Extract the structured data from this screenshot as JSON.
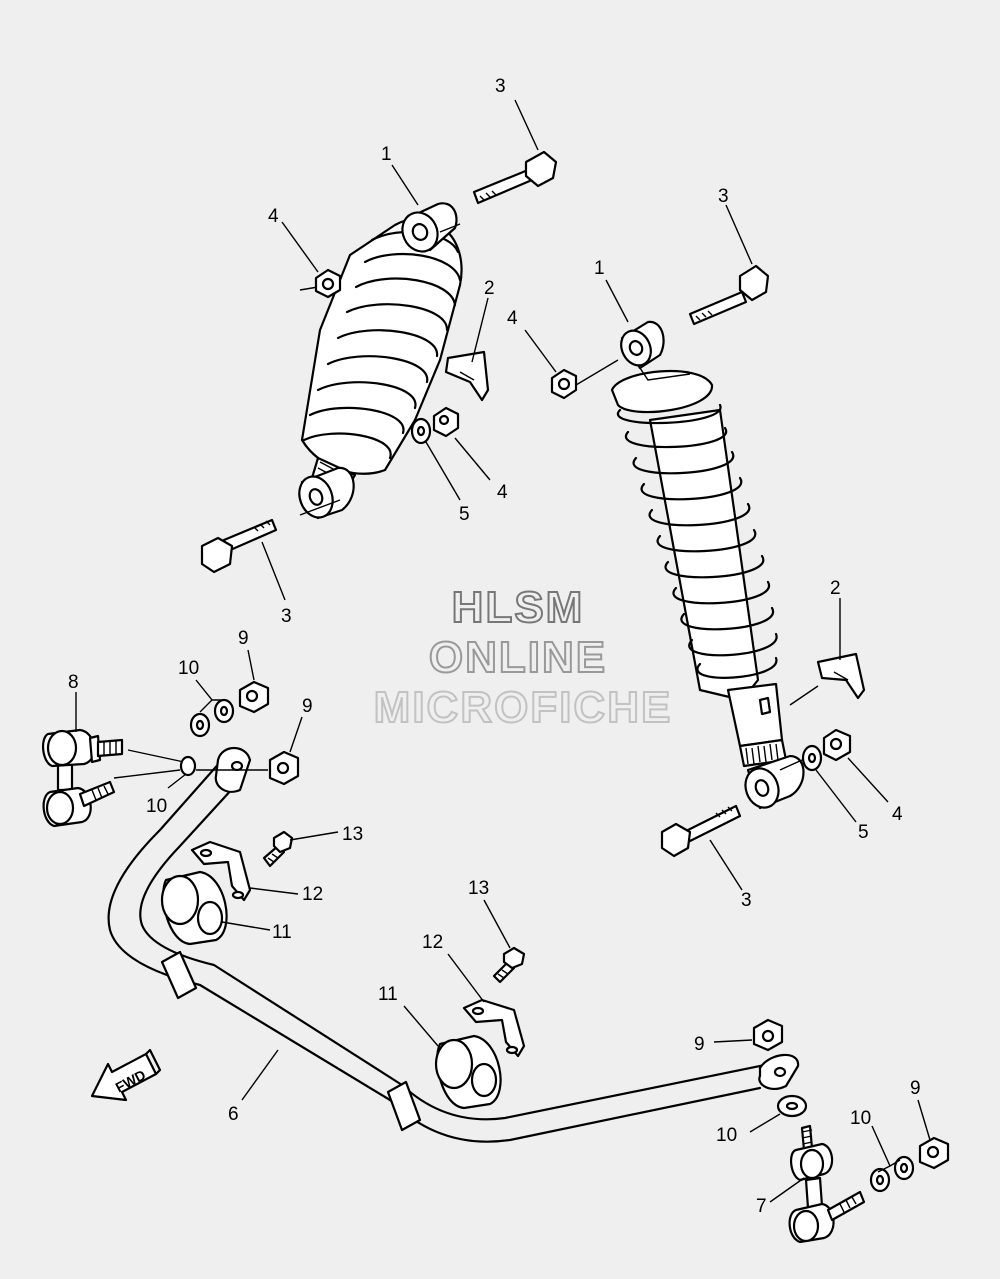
{
  "watermark": {
    "line1": "HLSM",
    "line2": "ONLINE",
    "line3": "MICROFICHE"
  },
  "direction_arrow": {
    "label": "FWD",
    "icon": "fwd-arrow-icon"
  },
  "callouts": {
    "left_shock_part": "1",
    "left_shock_bolt_top": "3",
    "left_shock_nut_top": "4",
    "left_shock_guard": "2",
    "left_shock_nut_bottom": "4",
    "left_shock_washer": "5",
    "left_shock_bolt_bottom": "3",
    "right_shock_part": "1",
    "right_shock_bolt_top": "3",
    "right_shock_nut_top": "4",
    "right_shock_guard": "2",
    "right_shock_nut_bottom": "4",
    "right_shock_washer": "5",
    "right_shock_bolt_bottom": "3",
    "left_link_rod": "8",
    "left_link_washers": "10",
    "left_link_nut_top": "9",
    "left_link_nut_bar": "9",
    "left_link_washer_lower": "10",
    "left_bolt_13": "13",
    "left_bracket_12": "12",
    "left_bushing_11": "11",
    "right_bolt_13": "13",
    "right_bracket_12": "12",
    "right_bushing_11": "11",
    "stabilizer_bar": "6",
    "right_link_nut_top": "9",
    "right_link_washer": "10",
    "right_link_rod": "7",
    "right_link_washers": "10",
    "right_link_nut": "9"
  }
}
